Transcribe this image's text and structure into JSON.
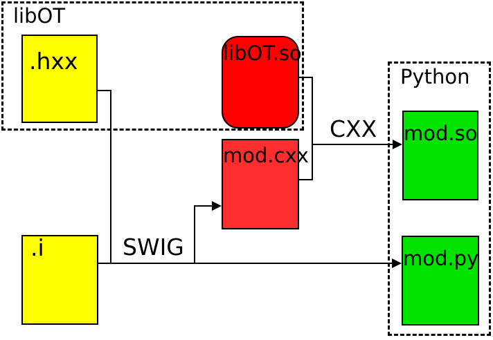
{
  "diagram": {
    "containers": {
      "libot": {
        "label": "libOT"
      },
      "python": {
        "label": "Python"
      }
    },
    "nodes": {
      "hxx": {
        "label": ".hxx",
        "fill": "#ffff00"
      },
      "i": {
        "label": ".i",
        "fill": "#ffff00"
      },
      "libot_so": {
        "label": "libOT.so",
        "fill": "#ff0000"
      },
      "mod_cxx": {
        "label": "mod.cxx",
        "fill": "#fe2e2e"
      },
      "mod_so": {
        "label": "mod.so",
        "fill": "#00e400"
      },
      "mod_py": {
        "label": "mod.py",
        "fill": "#00e400"
      }
    },
    "edges": {
      "swig": {
        "label": "SWIG"
      },
      "cxx": {
        "label": "CXX"
      }
    },
    "colors": {
      "line": "#000000",
      "background": "#ffffff"
    }
  }
}
